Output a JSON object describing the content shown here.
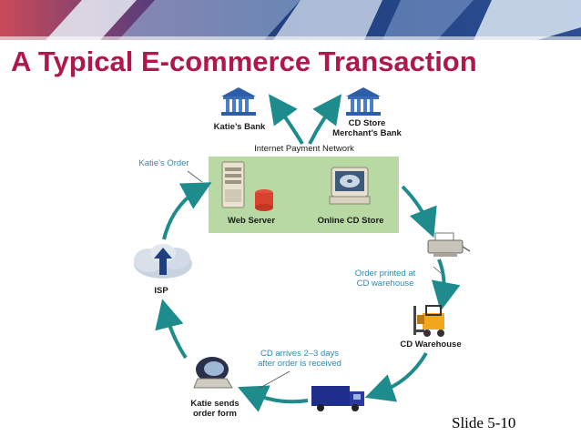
{
  "slide": {
    "title": "A Typical E-commerce Transaction",
    "slide_number": "Slide 5-10"
  },
  "colors": {
    "title": "#B0184A",
    "arrow": "#1E8C8C",
    "label_blue": "#2A8AB0",
    "green_box": "#B9D9A4",
    "banner_dark": "#1F3F80",
    "banner_light": "#BFD3EA"
  },
  "diagram": {
    "nodes": {
      "katies_bank": {
        "label": "Katie’s Bank",
        "icon": "bank-icon"
      },
      "cd_store_bank": {
        "label_line1": "CD Store",
        "label_line2": "Merchant’s Bank",
        "icon": "bank-icon"
      },
      "payment_network": {
        "label": "Internet Payment Network"
      },
      "web_server": {
        "label": "Web Server",
        "icon": "server-icon"
      },
      "online_cd_store": {
        "label": "Online CD Store",
        "icon": "computer-icon"
      },
      "printer": {
        "icon": "printer-icon"
      },
      "cd_warehouse": {
        "label": "CD Warehouse",
        "icon": "forklift-icon"
      },
      "truck": {
        "icon": "truck-icon"
      },
      "katie": {
        "label_line1": "Katie sends",
        "label_line2": "order form",
        "icon": "computer-icon"
      },
      "isp": {
        "label": "ISP",
        "icon": "cloud-icon"
      }
    },
    "annotations": {
      "katies_order": "Katie’s Order",
      "order_printed_line1": "Order printed at",
      "order_printed_line2": "CD warehouse",
      "cd_arrives_line1": "CD arrives 2–3 days",
      "cd_arrives_line2": "after order is received"
    }
  }
}
